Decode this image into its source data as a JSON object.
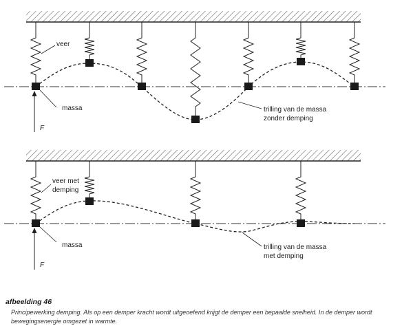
{
  "diagram": {
    "top": {
      "spring_label": "veer",
      "mass_label": "massa",
      "force_label": "F",
      "curve_label_line1": "trilling van de massa",
      "curve_label_line2": "zonder demping"
    },
    "bottom": {
      "spring_label_line1": "veer met",
      "spring_label_line2": "demping",
      "mass_label": "massa",
      "force_label": "F",
      "curve_label_line1": "trilling van de massa",
      "curve_label_line2": "met demping"
    }
  },
  "caption": {
    "title": "afbeelding 46",
    "text": "Principewerking demping. Als op een demper kracht wordt uitgeoefend krijgt de demper een bepaalde snelheid. In de demper wordt bewegingsenergie omgezet in warmte."
  }
}
